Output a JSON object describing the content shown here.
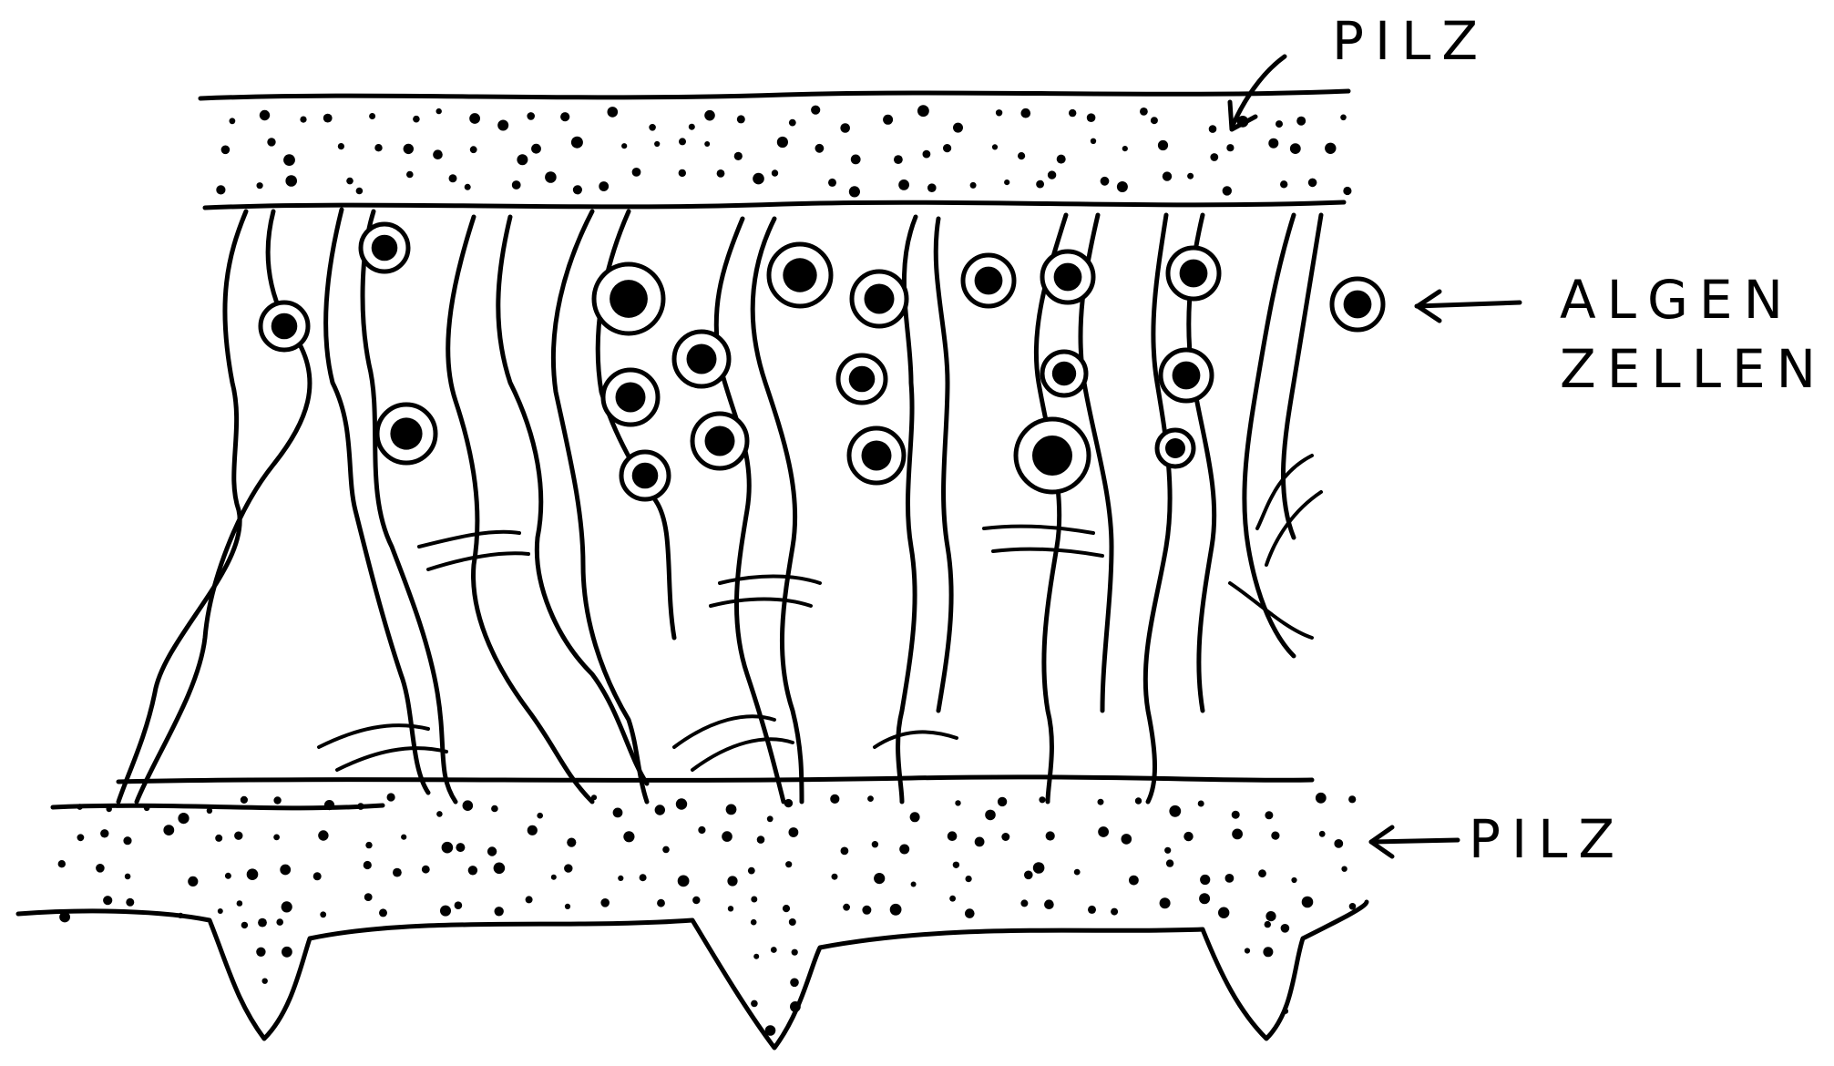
{
  "labels": {
    "top_fungus": "PILZ",
    "algae_line1": "ALGEN",
    "algae_line2": "ZELLEN",
    "bottom_fungus": "PILZ"
  }
}
